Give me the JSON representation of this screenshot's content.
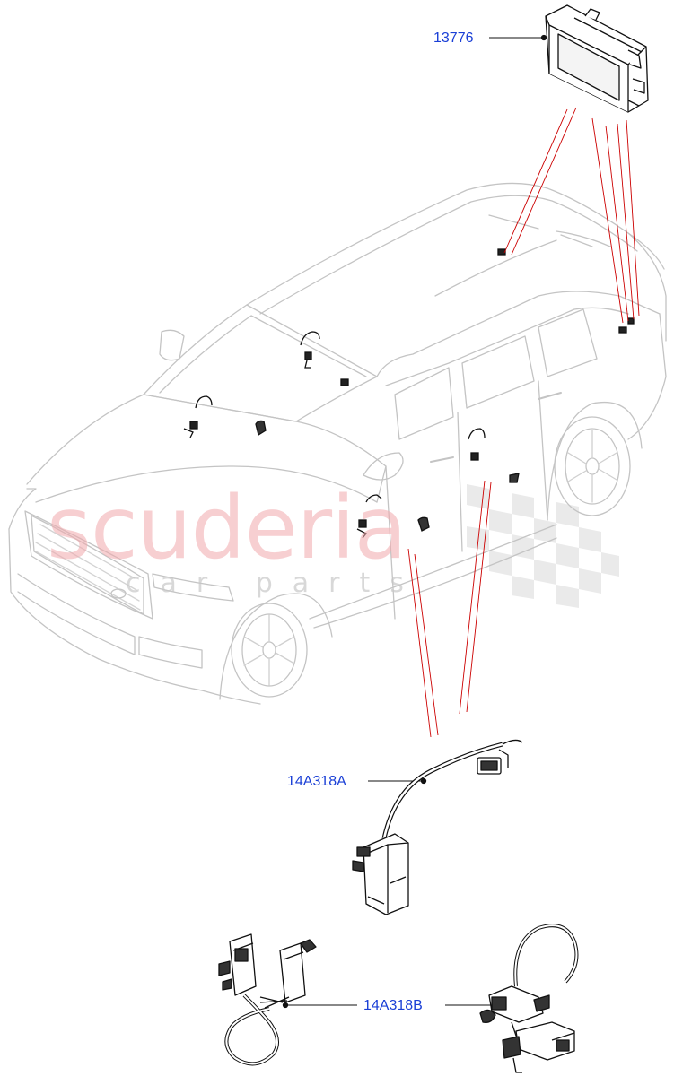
{
  "watermark": {
    "brand": "scuderia",
    "sub": "car parts",
    "brand_color": "#f2a9ad"
  },
  "callouts": {
    "module": "13776",
    "harness_a": "14A318A",
    "harness_b": "14A318B",
    "label_color": "#1a3fd6",
    "leader_color": "#cc0000"
  },
  "icons": [
    "control-module-icon",
    "wiring-harness-a-icon",
    "wiring-harness-b-icon",
    "vehicle-outline-icon",
    "sensor-connector-icon"
  ]
}
